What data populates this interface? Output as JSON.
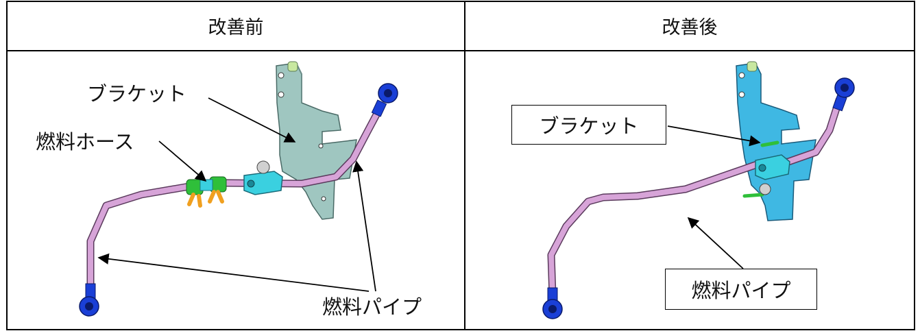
{
  "table": {
    "headers": [
      "改善前",
      "改善後"
    ]
  },
  "before": {
    "labels": {
      "bracket": "ブラケット",
      "fuel_hose": "燃料ホース",
      "fuel_pipe": "燃料パイプ"
    }
  },
  "after": {
    "labels": {
      "bracket": "ブラケット",
      "fuel_pipe": "燃料パイプ"
    }
  },
  "colors": {
    "pipe": "#d7a4d8",
    "bracket_before": "#9fc6c0",
    "bracket_after": "#3fb8e3",
    "banjo": "#1a3fd6",
    "fitting": "#3ad0e0",
    "hose": "#2fbf3a",
    "clamp": "#f0a020"
  }
}
